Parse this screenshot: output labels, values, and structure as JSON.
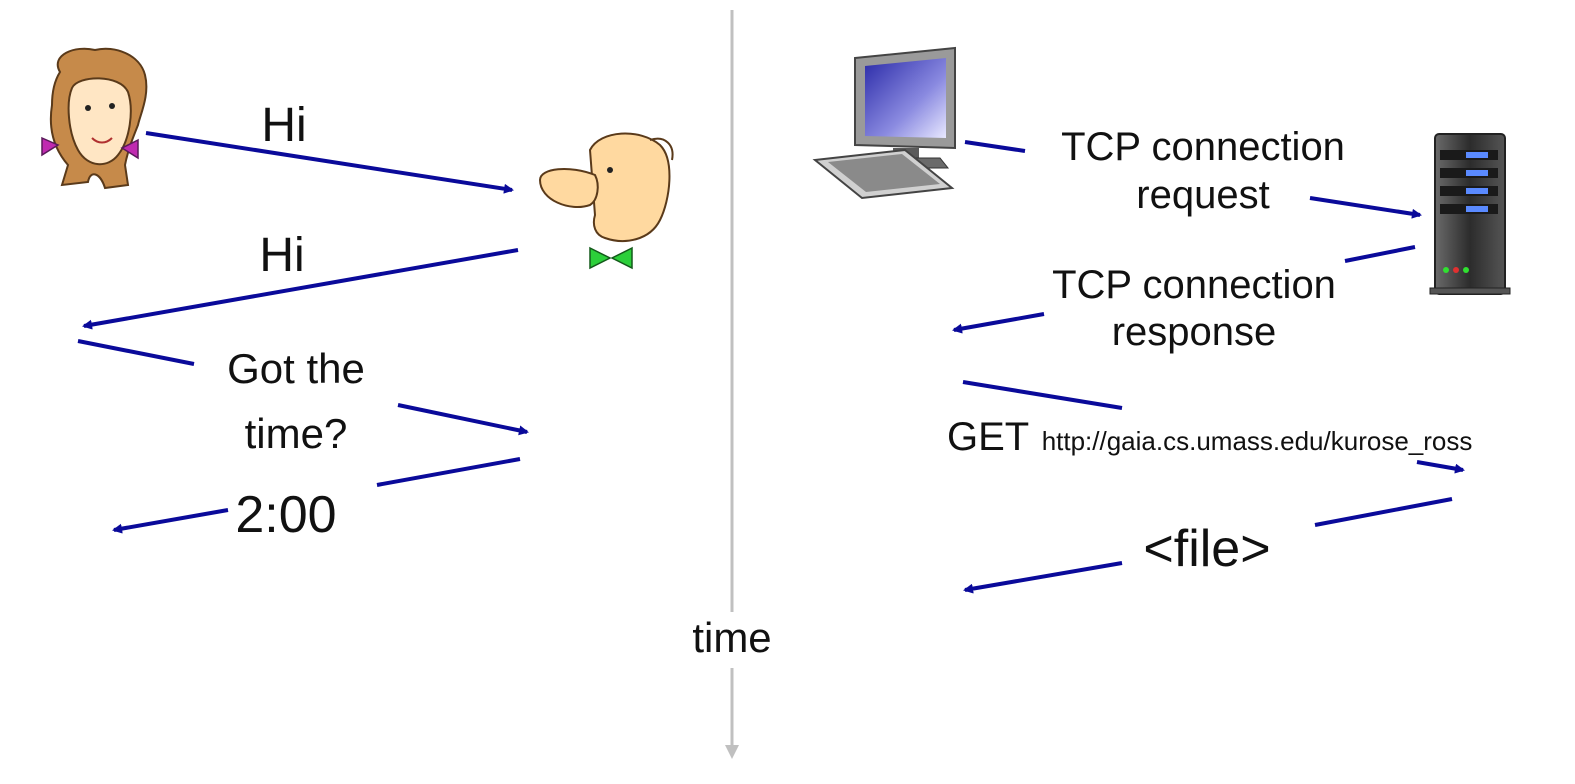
{
  "human_protocol": {
    "msg_hi_1": "Hi",
    "msg_hi_2": "Hi",
    "msg_time_line1": "Got the",
    "msg_time_line2": "time?",
    "msg_reply": "2:00"
  },
  "timeline": {
    "label": "time"
  },
  "network_protocol": {
    "tcp_request_line1": "TCP connection",
    "tcp_request_line2": "request",
    "tcp_response_line1": "TCP connection",
    "tcp_response_line2": "response",
    "get_method": "GET",
    "get_url": "http://gaia.cs.umass.edu/kurose_ross",
    "file_reply": "<file>"
  },
  "colors": {
    "arrow": "#0a0a9a",
    "timeline": "#c0c0c0",
    "text": "#111111"
  },
  "icons": [
    "girl-icon",
    "man-icon",
    "computer-icon",
    "server-icon"
  ]
}
